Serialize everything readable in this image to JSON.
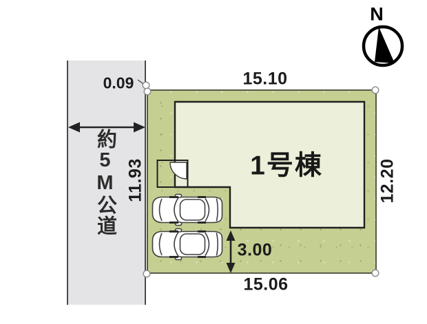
{
  "compass": {
    "north_label": "N"
  },
  "road": {
    "label": "約5M公道"
  },
  "plot": {
    "dim_top": "15.10",
    "dim_bottom": "15.06",
    "dim_right": "12.20",
    "dim_left": "11.93",
    "corner_offset": "0.09",
    "parking_depth": "3.00"
  },
  "building": {
    "label": "1号棟"
  },
  "colors": {
    "plot_fill": "#c5cf92",
    "plot_border": "#565a47",
    "house_fill": "#ecefd9",
    "house_outline": "#1f1f1f",
    "road_fill": "#e4e4e6",
    "road_border": "#4a4a4a",
    "marker_fill": "#ffffff",
    "text": "#1b1b1b"
  }
}
